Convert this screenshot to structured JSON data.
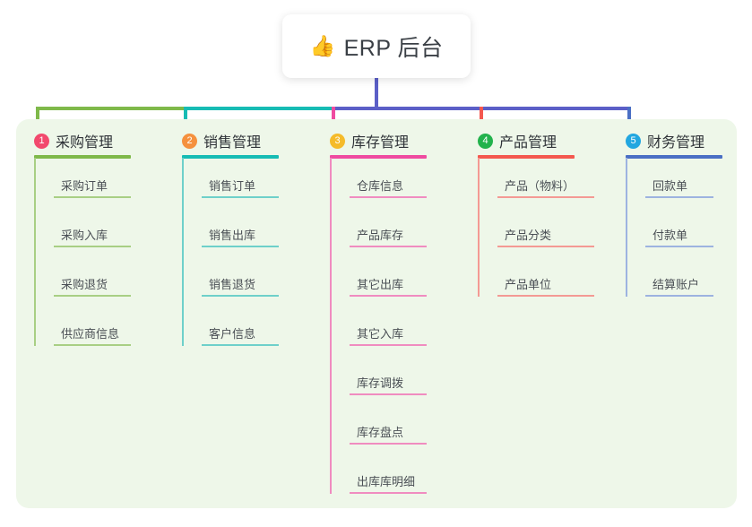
{
  "root": {
    "icon": "thumbs-up-icon",
    "icon_glyph": "👍",
    "title": "ERP 后台"
  },
  "theme": {
    "page_background": "#ffffff",
    "panel_background": "#eef7e9",
    "card_background": "#ffffff",
    "title_text_color": "#3a3f45",
    "trunk_color": "#5b5fc7"
  },
  "columns": [
    {
      "number": "1",
      "title": "采购管理",
      "badge_color": "#f2496d",
      "rule_color": "#7fb94a",
      "leaf_rule_color": "#a8cf84",
      "connector_color": "#7fb94a",
      "items": [
        {
          "label": "采购订单"
        },
        {
          "label": "采购入库"
        },
        {
          "label": "采购退货"
        },
        {
          "label": "供应商信息"
        }
      ]
    },
    {
      "number": "2",
      "title": "销售管理",
      "badge_color": "#f5913e",
      "rule_color": "#17bcb4",
      "leaf_rule_color": "#6ed0ca",
      "connector_color": "#17bcb4",
      "items": [
        {
          "label": "销售订单"
        },
        {
          "label": "销售出库"
        },
        {
          "label": "销售退货"
        },
        {
          "label": "客户信息"
        }
      ]
    },
    {
      "number": "3",
      "title": "库存管理",
      "badge_color": "#f5bb2a",
      "rule_color": "#ef4ba0",
      "leaf_rule_color": "#f08cc0",
      "connector_color": "#ef4ba0",
      "items": [
        {
          "label": "仓库信息"
        },
        {
          "label": "产品库存"
        },
        {
          "label": "其它出库"
        },
        {
          "label": "其它入库"
        },
        {
          "label": "库存调拨"
        },
        {
          "label": "库存盘点"
        },
        {
          "label": "出库库明细"
        }
      ]
    },
    {
      "number": "4",
      "title": "产品管理",
      "badge_color": "#22b24c",
      "rule_color": "#f4584f",
      "leaf_rule_color": "#f49a94",
      "connector_color": "#f4584f",
      "items": [
        {
          "label": "产品（物料）"
        },
        {
          "label": "产品分类"
        },
        {
          "label": "产品单位"
        }
      ]
    },
    {
      "number": "5",
      "title": "财务管理",
      "badge_color": "#22a7e0",
      "rule_color": "#4a6fc4",
      "leaf_rule_color": "#9db3e0",
      "connector_color": "#4a6fc4",
      "items": [
        {
          "label": "回款单"
        },
        {
          "label": "付款单"
        },
        {
          "label": "结算账户"
        }
      ]
    }
  ]
}
